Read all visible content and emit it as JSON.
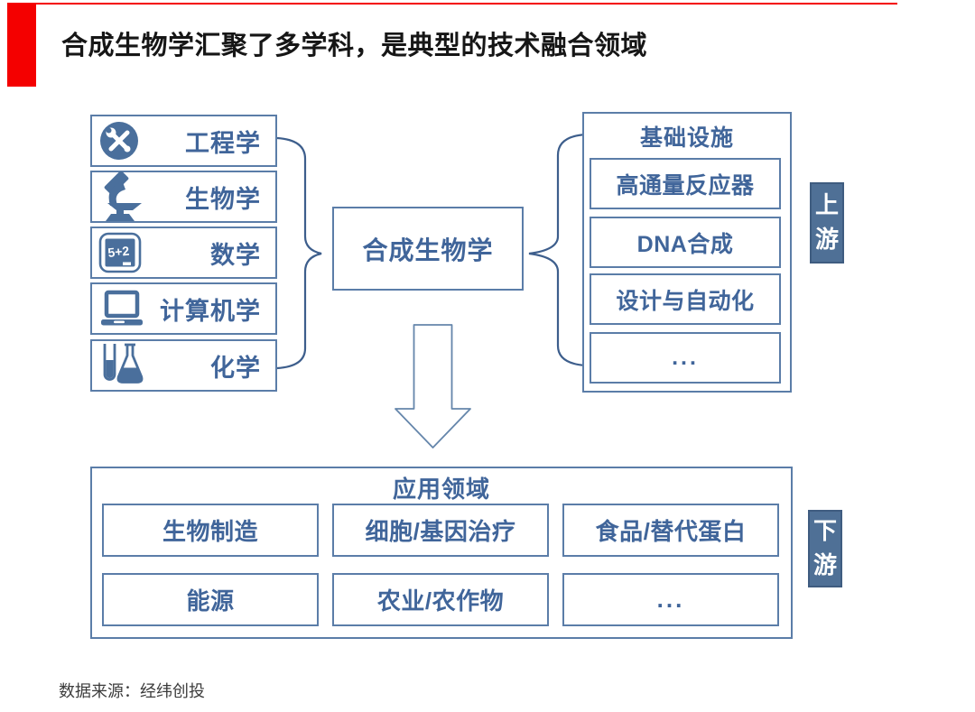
{
  "slide": {
    "title": "合成生物学汇聚了多学科，是典型的技术融合领域",
    "source": "数据来源：经纬创投"
  },
  "colors": {
    "accent_red": "#f40000",
    "diagram_blue": "#40659a",
    "border_blue": "#5b7da8",
    "tag_background": "#4f7096"
  },
  "center_box": {
    "label": "合成生物学"
  },
  "disciplines": [
    {
      "label": "工程学",
      "icon": "tools-icon"
    },
    {
      "label": "生物学",
      "icon": "microscope-icon"
    },
    {
      "label": "数学",
      "icon": "chalkboard-icon",
      "icon_text": "5+2"
    },
    {
      "label": "计算机学",
      "icon": "laptop-icon"
    },
    {
      "label": "化学",
      "icon": "flask-icon"
    }
  ],
  "infrastructure": {
    "header": "基础设施",
    "items": [
      "高通量反应器",
      "DNA合成",
      "设计与自动化",
      "..."
    ],
    "tag": "上游"
  },
  "applications": {
    "header": "应用领域",
    "items": [
      "生物制造",
      "细胞/基因治疗",
      "食品/替代蛋白",
      "能源",
      "农业/农作物",
      "..."
    ],
    "tag": "下游"
  }
}
